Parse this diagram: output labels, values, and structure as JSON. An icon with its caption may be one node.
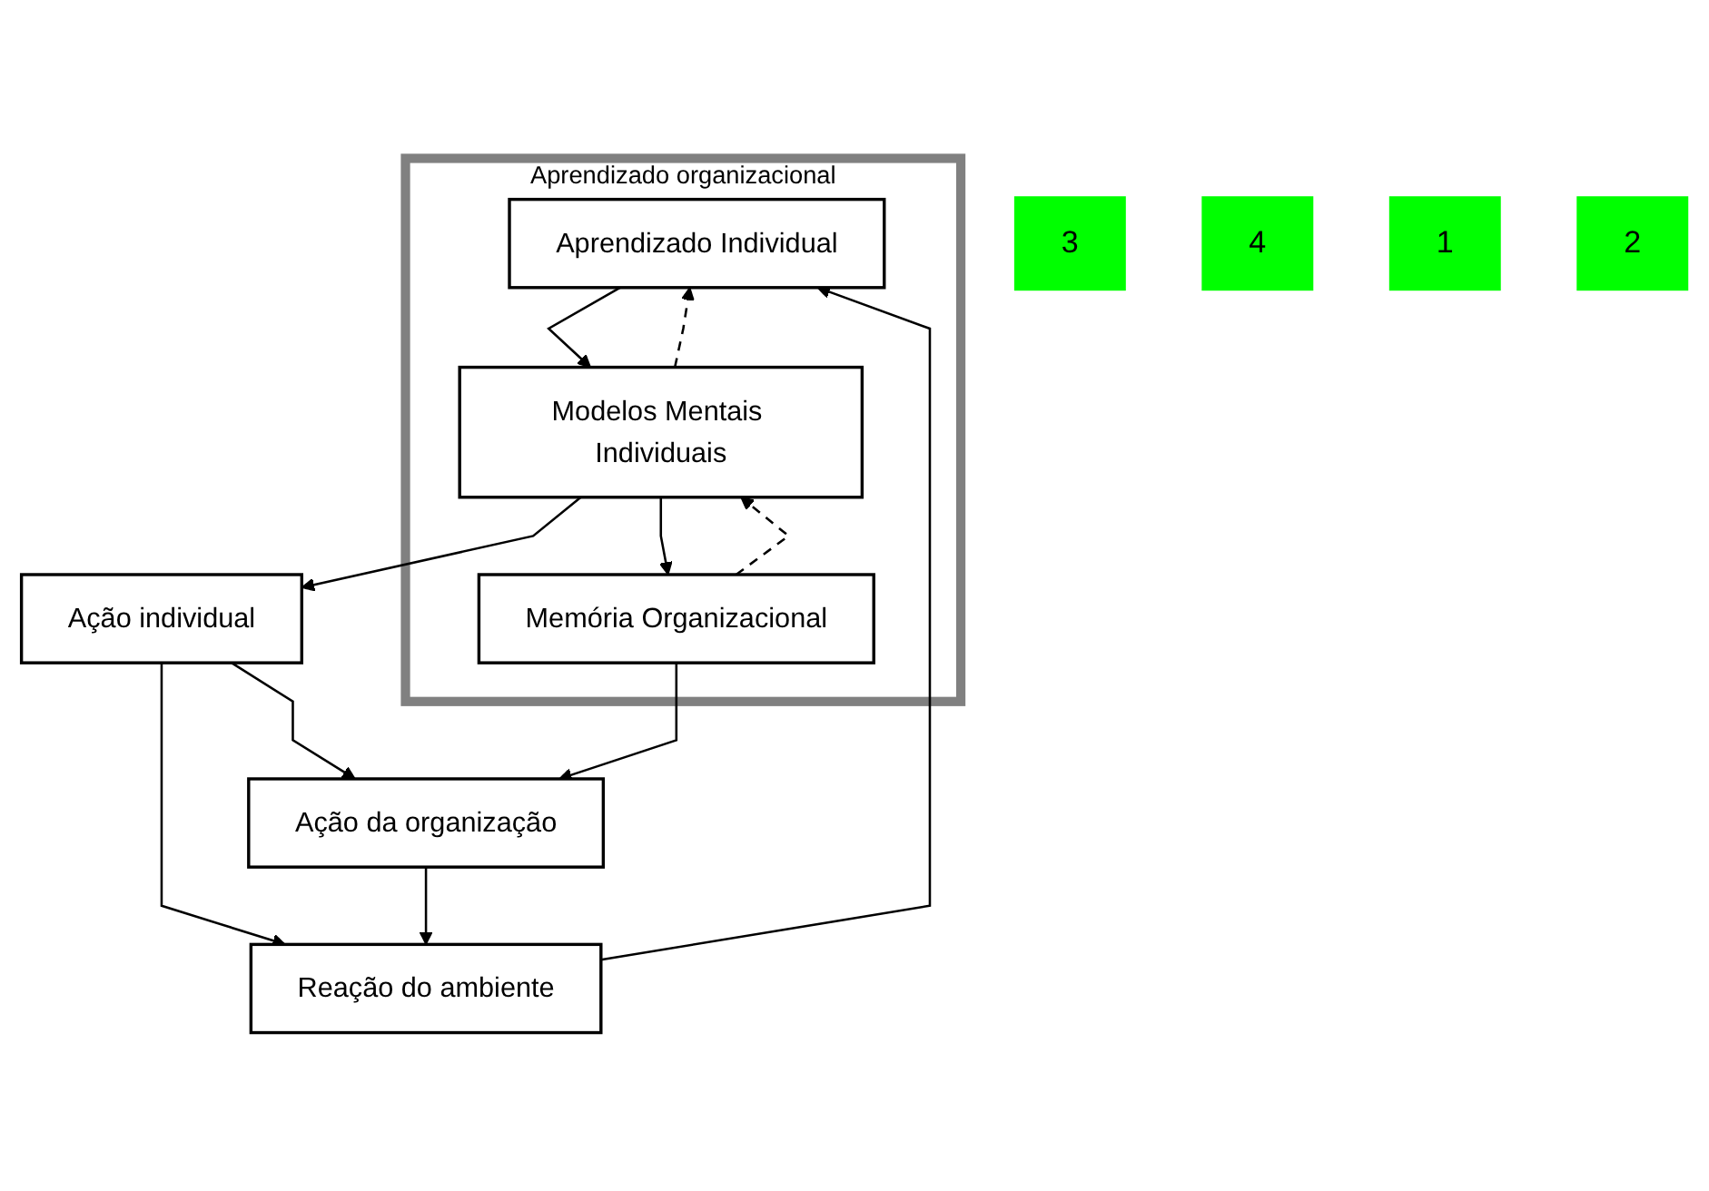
{
  "diagram": {
    "nodes": [
      {
        "text": [
          "Aprendizado organizacional"
        ]
      },
      {
        "text": [
          "Aprendizado Individual"
        ],
        "in": 0
      },
      {
        "text": [
          "Modelos Mentais Individuais"
        ],
        "in": 0
      },
      {
        "text": [
          "Memória Organizacional"
        ],
        "in": 0
      },
      {
        "text": [
          "Reação do ambiente"
        ]
      },
      {
        "text": [
          "Ação individual"
        ]
      },
      {
        "text": [
          "Ação da organização"
        ]
      },
      {
        "text": [
          "3"
        ]
      },
      {
        "text": [
          "4"
        ]
      },
      {
        "text": [
          "1"
        ]
      },
      {
        "text": [
          "2"
        ]
      }
    ],
    "edges": [
      {
        "from": 4,
        "to": 1,
        "arrow": "to"
      },
      {
        "from": 1,
        "to": 2,
        "arrow": "to"
      },
      {
        "from": 2,
        "to": 1,
        "arrow": "to",
        "style": "dashed"
      },
      {
        "from": 2,
        "to": 5,
        "arrow": "to"
      },
      {
        "from": 5,
        "to": 4,
        "arrow": "to"
      },
      {
        "from": 2,
        "to": 3,
        "arrow": "to"
      },
      {
        "from": 3,
        "to": 2,
        "arrow": "to",
        "style": "dashed"
      },
      {
        "from": 3,
        "to": 6,
        "arrow": "to"
      },
      {
        "from": 5,
        "to": 6,
        "arrow": "to"
      },
      {
        "from": 6,
        "to": 4,
        "arrow": "to"
      }
    ]
  }
}
